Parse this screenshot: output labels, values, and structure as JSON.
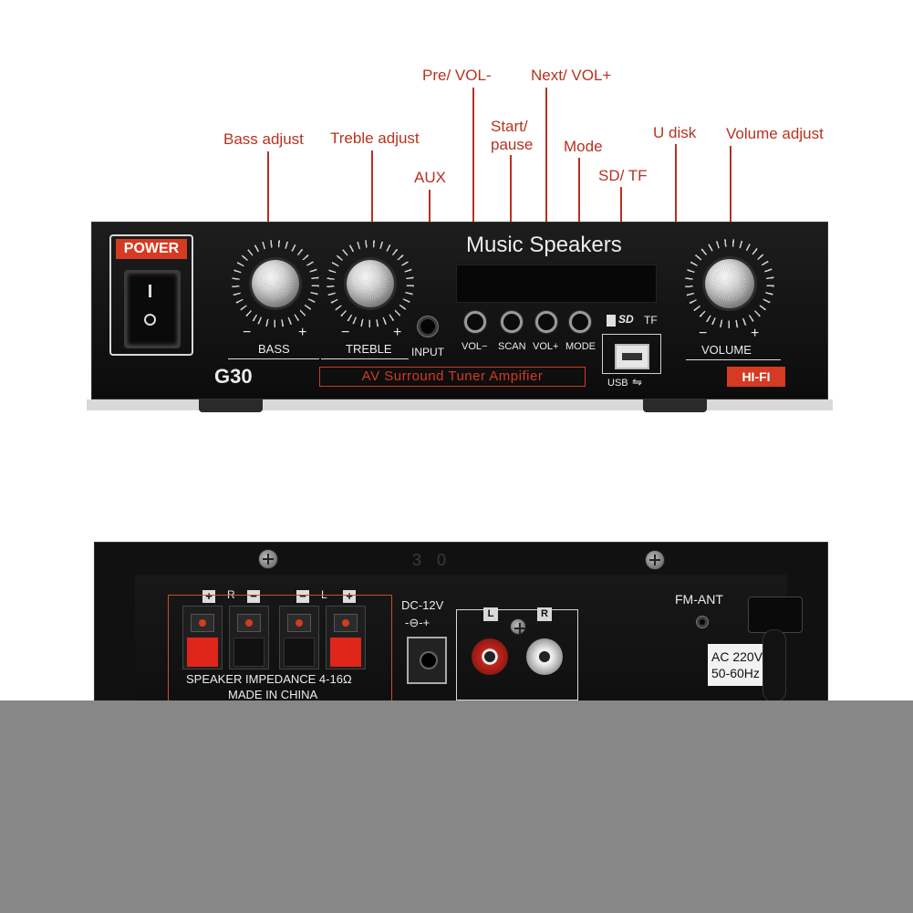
{
  "callouts": {
    "bass": "Bass adjust",
    "treble": "Treble adjust",
    "aux": "AUX",
    "pre_vol_minus": "Pre/ VOL-",
    "start_pause_1": "Start/",
    "start_pause_2": "pause",
    "next_vol_plus": "Next/ VOL+",
    "mode": "Mode",
    "sd_tf": "SD/ TF",
    "u_disk": "U disk",
    "volume_adjust": "Volume adjust"
  },
  "front_panel": {
    "power_label": "POWER",
    "rocker_on": "I",
    "rocker_off": "O",
    "title": "Music Speakers",
    "bass_label": "BASS",
    "treble_label": "TREBLE",
    "volume_label": "VOLUME",
    "input_label": "INPUT",
    "minus": "−",
    "plus": "+",
    "buttons": [
      "VOL−",
      "SCAN",
      "VOL+",
      "MODE"
    ],
    "sd_label": "SD",
    "tf_label": "TF",
    "usb_label": "USB",
    "model": "G30",
    "subtitle": "AV Surround Tuner Ampifier",
    "hifi": "HI-FI"
  },
  "rear_panel": {
    "model_emboss": "3 0",
    "r_label": "R",
    "l_label": "L",
    "plus": "+",
    "minus": "−",
    "impedance": "SPEAKER IMPEDANCE 4-16Ω",
    "made_in": "MADE IN CHINA",
    "dc": "DC-12V",
    "dc_polarity": "-⊖-+",
    "rca_l": "L",
    "rca_r": "R",
    "fm_ant": "FM-ANT",
    "ac_1": "AC 220V",
    "ac_2": "50-60Hz"
  },
  "colors": {
    "callout_red": "#b8321f",
    "panel_red": "#d53a22",
    "panel_black": "#111111",
    "overlay_grey": "#878787"
  }
}
